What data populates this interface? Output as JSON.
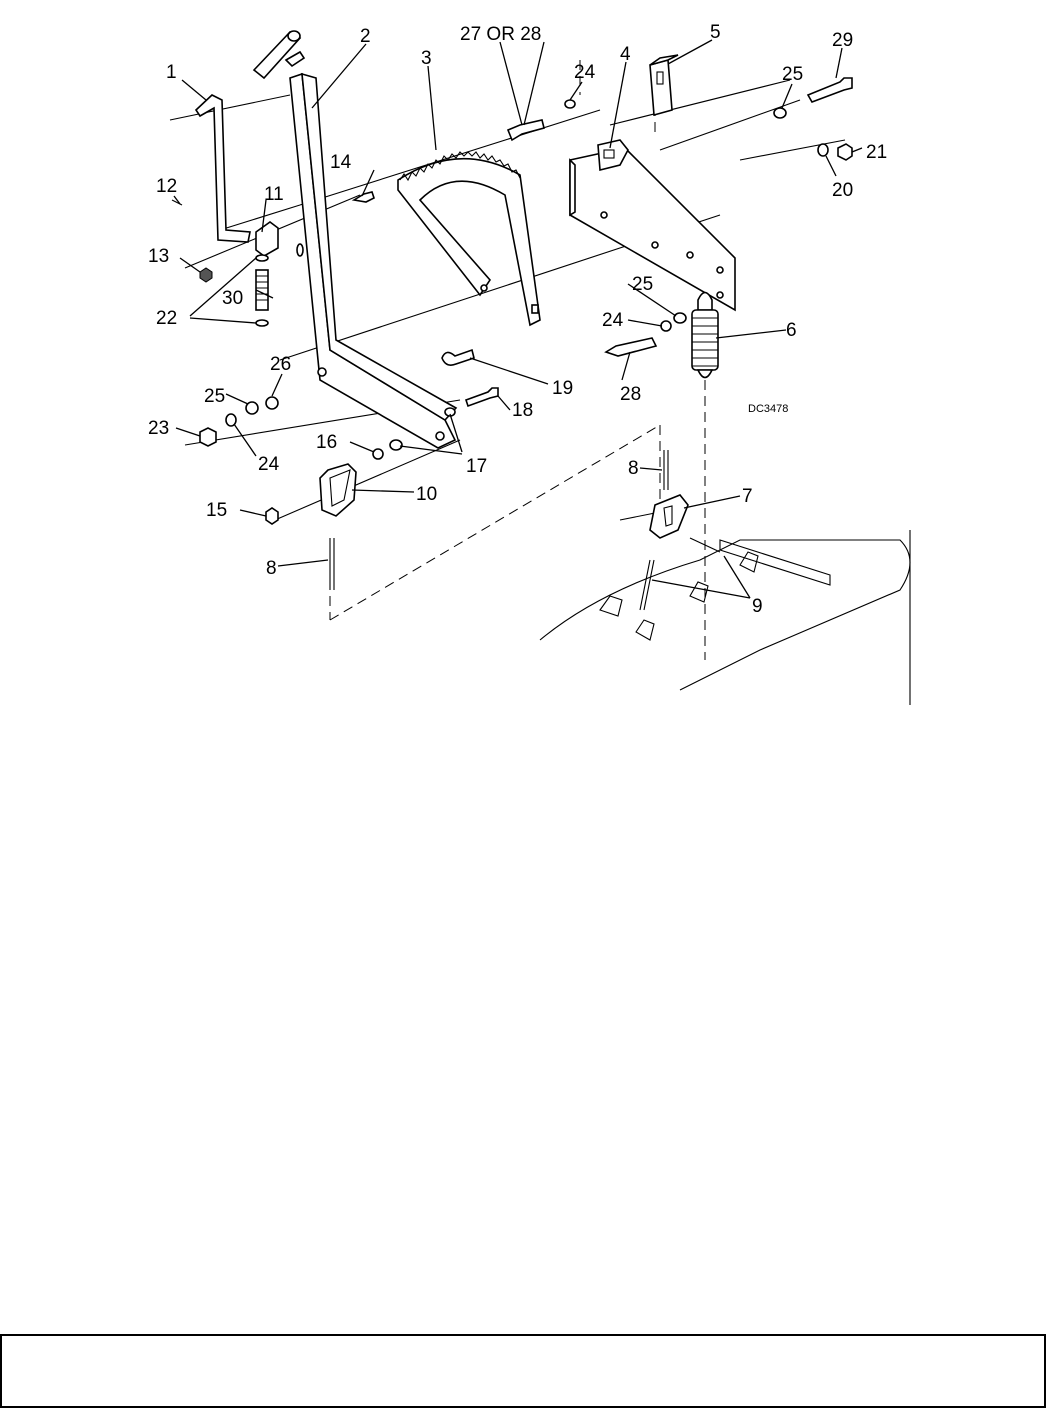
{
  "diagram": {
    "drawing_code": "DC3478",
    "callouts": {
      "c1": "1",
      "c2": "2",
      "c3": "3",
      "c4": "4",
      "c5": "5",
      "c6": "6",
      "c7": "7",
      "c8a": "8",
      "c8b": "8",
      "c9": "9",
      "c10": "10",
      "c11": "11",
      "c12": "12",
      "c13": "13",
      "c14": "14",
      "c15": "15",
      "c16": "16",
      "c17": "17",
      "c18": "18",
      "c19": "19",
      "c20": "20",
      "c21": "21",
      "c22": "22",
      "c23": "23",
      "c24a": "24",
      "c24b": "24",
      "c24c": "24",
      "c25a": "25",
      "c25b": "25",
      "c25c": "25",
      "c26": "26",
      "c27or28": "27 OR 28",
      "c28": "28",
      "c29": "29",
      "c30": "30"
    }
  },
  "footer": {
    "text": ""
  }
}
